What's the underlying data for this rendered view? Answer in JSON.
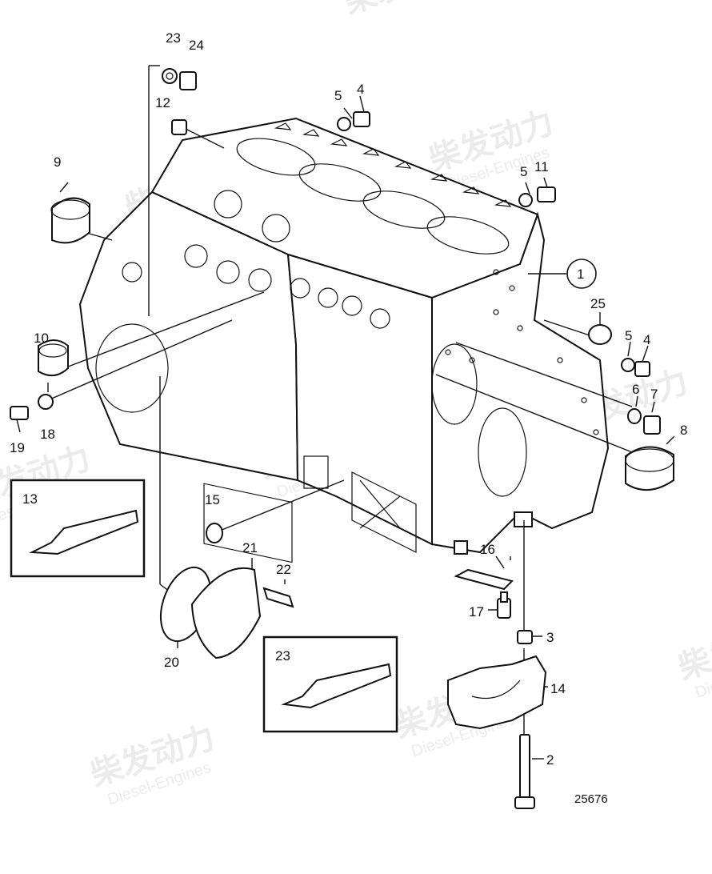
{
  "watermark": {
    "cn": "柴发动力",
    "en": "Diesel-Engines"
  },
  "drawing_number": "25676",
  "callouts": [
    {
      "id": "c1",
      "label": "1"
    },
    {
      "id": "c2",
      "label": "2"
    },
    {
      "id": "c3",
      "label": "3"
    },
    {
      "id": "c4a",
      "label": "4"
    },
    {
      "id": "c4b",
      "label": "4"
    },
    {
      "id": "c5a",
      "label": "5"
    },
    {
      "id": "c5b",
      "label": "5"
    },
    {
      "id": "c5c",
      "label": "5"
    },
    {
      "id": "c6",
      "label": "6"
    },
    {
      "id": "c7",
      "label": "7"
    },
    {
      "id": "c8",
      "label": "8"
    },
    {
      "id": "c9",
      "label": "9"
    },
    {
      "id": "c10",
      "label": "10"
    },
    {
      "id": "c11",
      "label": "11"
    },
    {
      "id": "c12",
      "label": "12"
    },
    {
      "id": "c13",
      "label": "13"
    },
    {
      "id": "c14",
      "label": "14"
    },
    {
      "id": "c15",
      "label": "15"
    },
    {
      "id": "c16",
      "label": "16"
    },
    {
      "id": "c17",
      "label": "17"
    },
    {
      "id": "c18",
      "label": "18"
    },
    {
      "id": "c19",
      "label": "19"
    },
    {
      "id": "c20",
      "label": "20"
    },
    {
      "id": "c21",
      "label": "21"
    },
    {
      "id": "c22",
      "label": "22"
    },
    {
      "id": "c23a",
      "label": "23"
    },
    {
      "id": "c23b",
      "label": "23"
    },
    {
      "id": "c24",
      "label": "24"
    },
    {
      "id": "c25",
      "label": "25"
    }
  ]
}
